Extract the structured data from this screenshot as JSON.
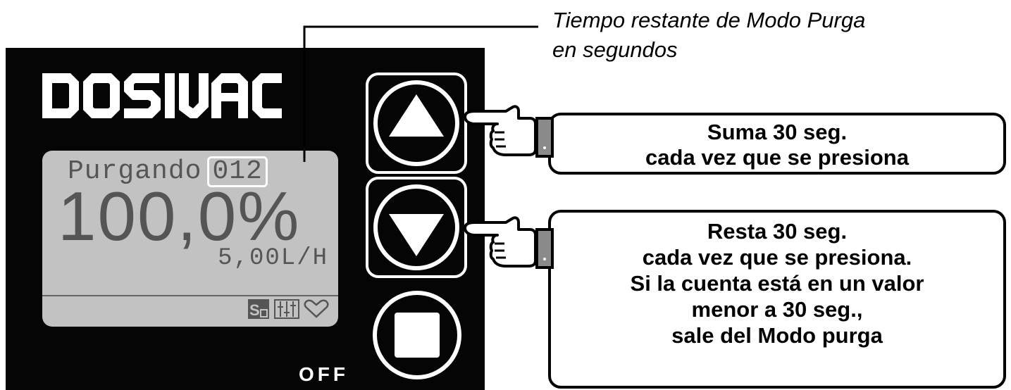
{
  "device": {
    "brand": "DOSIVAC",
    "display": {
      "status_text": "Purgando",
      "counter": "012",
      "percent": "100,0%",
      "flow": "5,00L/H",
      "icons": [
        "sa-lock-icon",
        "sliders-icon",
        "heart-icon"
      ]
    },
    "buttons": {
      "up_icon": "triangle-up-icon",
      "down_icon": "triangle-down-icon",
      "stop_icon": "square-stop-icon"
    },
    "off_label": "OFF"
  },
  "annotations": {
    "counter_caption": {
      "line1": "Tiempo restante de Modo Purga",
      "line2": "en segundos"
    },
    "up_callout": {
      "line1": "Suma 30 seg.",
      "line2": "cada vez que se presiona"
    },
    "down_callout": {
      "line1": "Resta 30 seg.",
      "line2": "cada vez que se presiona.",
      "line3": "Si la cuenta está en un valor",
      "line4": "menor a 30 seg.,",
      "line5": "sale del Modo purga"
    }
  },
  "colors": {
    "panel": "#050505",
    "lcd_background": "#c2c2c2",
    "lcd_text": "#555555",
    "highlight": "#ffffff"
  }
}
